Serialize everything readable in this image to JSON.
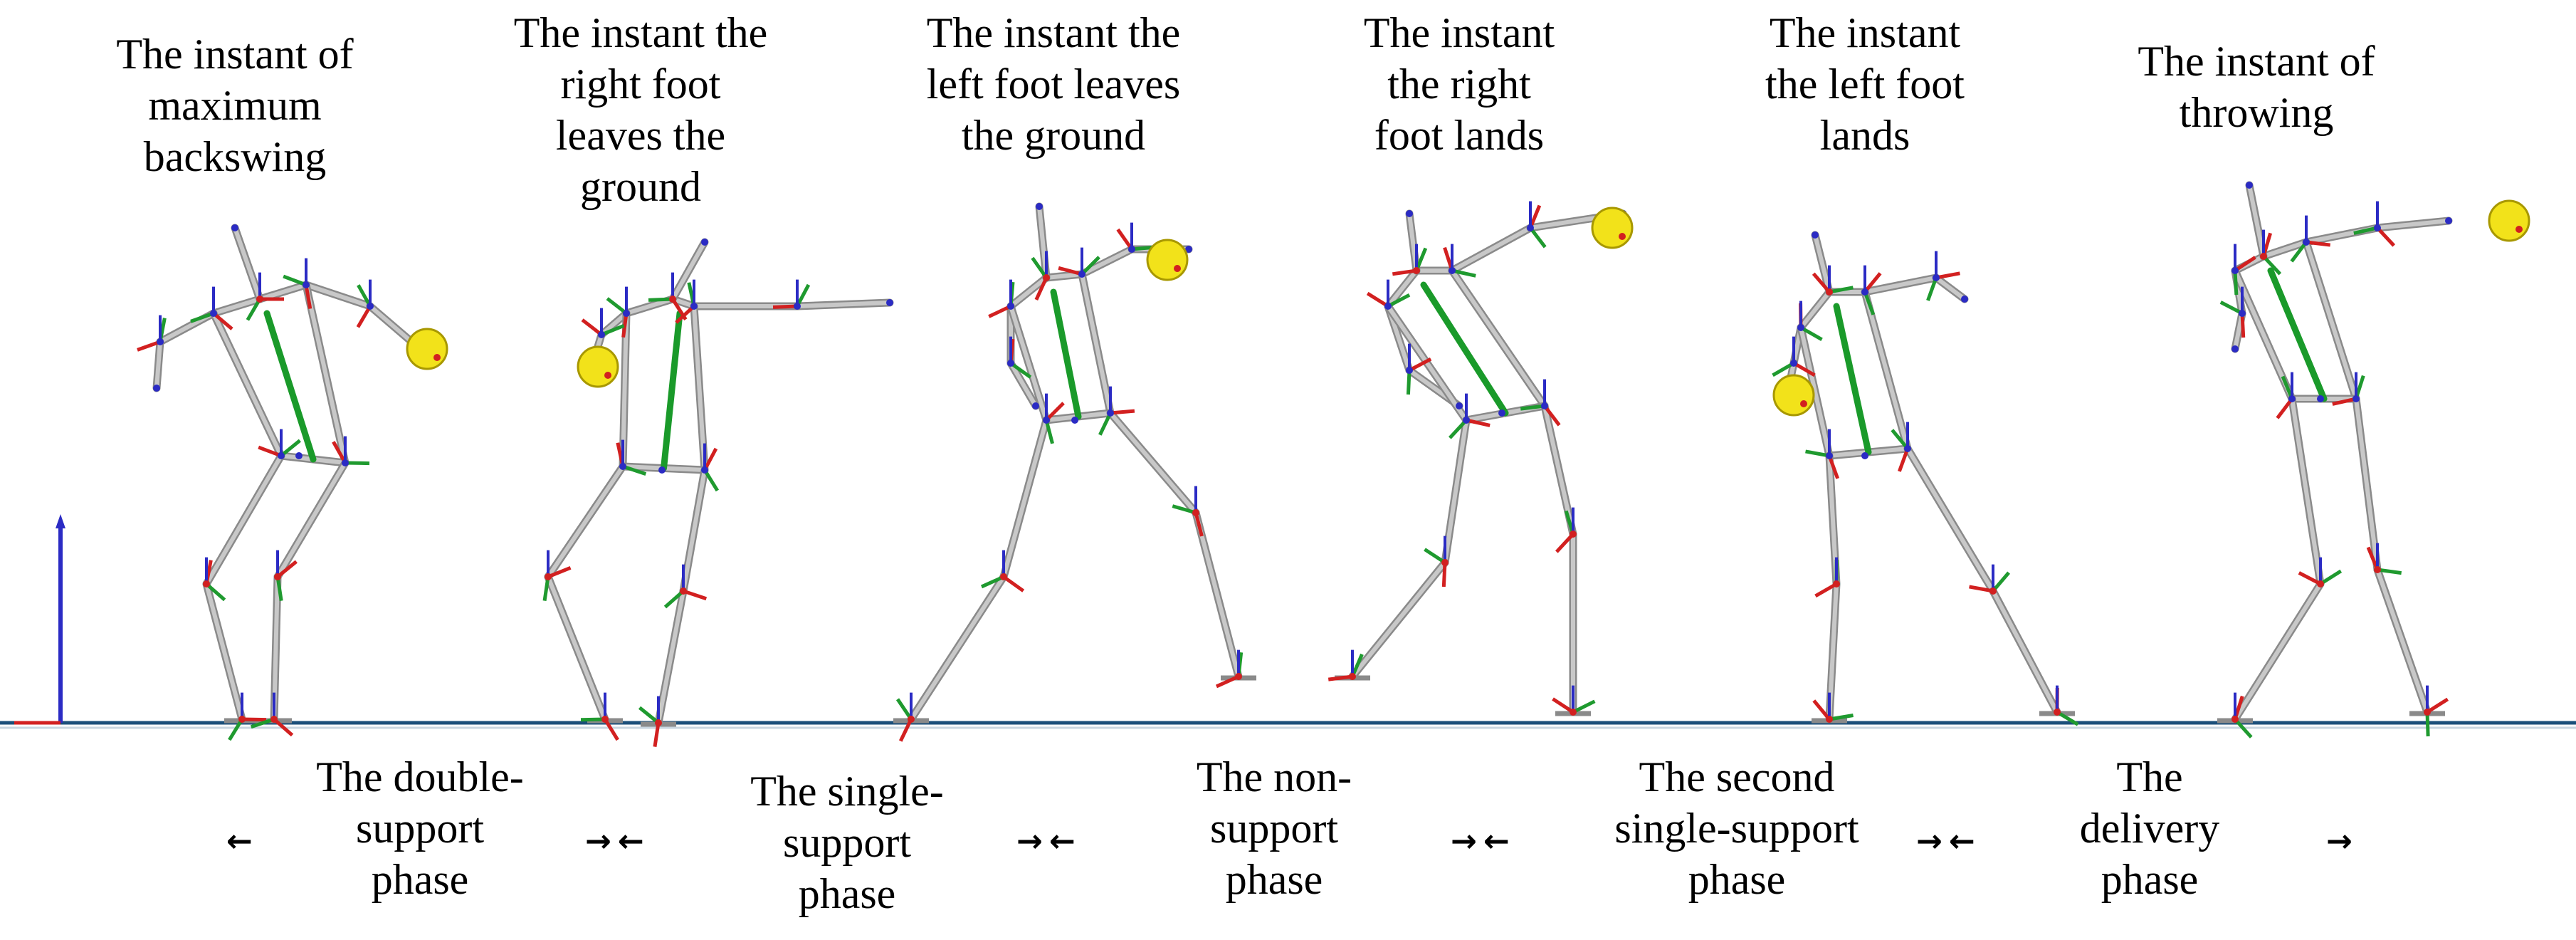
{
  "figure": {
    "instants": [
      {
        "line1": "The instant of",
        "line2": "maximum",
        "line3": "backswing"
      },
      {
        "line1": "The instant  the",
        "line2": "right foot",
        "line3": "leaves the",
        "line4": "ground"
      },
      {
        "line1": "The instant  the",
        "line2": "left foot leaves",
        "line3": "the ground"
      },
      {
        "line1": "The instant",
        "line2": "the right",
        "line3": "foot lands"
      },
      {
        "line1": "The instant",
        "line2": "the left foot",
        "line3": "lands"
      },
      {
        "line1": "The instant of",
        "line2": "throwing"
      }
    ],
    "phases": [
      {
        "line1": "The double-",
        "line2": "support",
        "line3": "phase"
      },
      {
        "line1": "The single-",
        "line2": "support",
        "line3": "phase"
      },
      {
        "line1": "The non-",
        "line2": "support",
        "line3": "phase"
      },
      {
        "line1": "The second",
        "line2": "single-support",
        "line3": "phase"
      },
      {
        "line1": "The",
        "line2": "delivery",
        "line3": "phase"
      }
    ],
    "arrows": {
      "left": "←",
      "right": "→"
    },
    "colors": {
      "bone": "#c8c8c8",
      "bone_edge": "#8a8a8a",
      "trunk": "#1a9a2a",
      "axis_x": "#d22020",
      "axis_y": "#1f9a2f",
      "axis_z": "#2b2bc4",
      "ball": "#f2e21a",
      "ball_edge": "#a89800",
      "ground": "#1b4f7a"
    }
  }
}
